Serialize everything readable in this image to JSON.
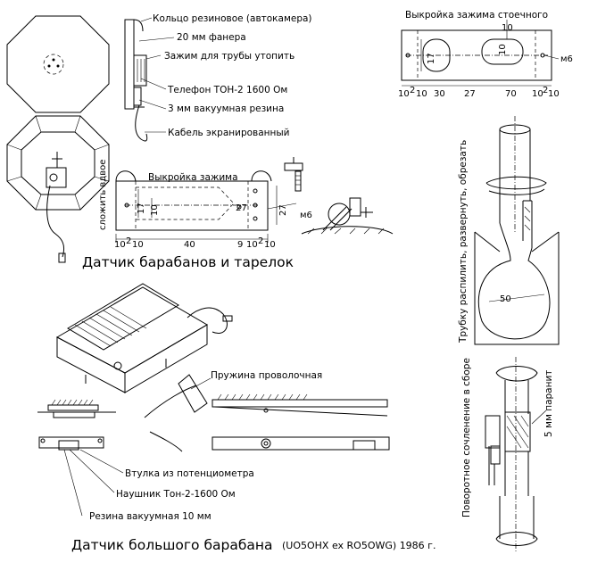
{
  "drum_sensor": {
    "labels": {
      "rubber_ring": "Кольцо резиновое (автокамера)",
      "plywood": "20 мм фанера",
      "pipe_clamp": "Зажим для трубы утопить",
      "phone": "Телефон ТОН-2 1600 Ом",
      "vacuum_rubber": "3 мм вакуумная резина",
      "cable": "Кабель экранированный"
    },
    "clamp_pattern": {
      "title": "Выкройка зажима",
      "fold_note": "сложить вдвое",
      "dims": {
        "d10a": "10",
        "d2": "2",
        "d10b": "10",
        "d40": "40",
        "d9": "9",
        "d10c": "10",
        "d2b": "2",
        "d10d": "10",
        "d17": "17",
        "d10v": "10",
        "d27a": "27",
        "d27b": "27",
        "m6": "м6"
      }
    },
    "caption": "Датчик барабанов и тарелок"
  },
  "stand_clamp": {
    "title": "Выкройка зажима стоечного",
    "dims": {
      "d10a": "10",
      "d2a": "2",
      "d10b": "10",
      "d30": "30",
      "d27": "27",
      "d70": "70",
      "d10c": "10",
      "d2b": "2",
      "d10d": "10",
      "d17": "17",
      "d10v": "10",
      "d10top": "10",
      "m6": "м6"
    }
  },
  "pipe": {
    "note": "Трубку распилить, развернуть, обрезать",
    "dim50": "50",
    "joint_note": "Поворотное сочленение в сборе",
    "paranit": "5 мм паранит"
  },
  "bass_drum": {
    "labels": {
      "spring": "Пружина проволочная",
      "bushing": "Втулка из потенциометра",
      "earphone": "Наушник Тон-2-1600 Ом",
      "rubber": "Резина вакуумная 10 мм"
    },
    "caption": "Датчик большого барабана",
    "author": "(UO5OHX ex RO5OWG) 1986 г."
  }
}
